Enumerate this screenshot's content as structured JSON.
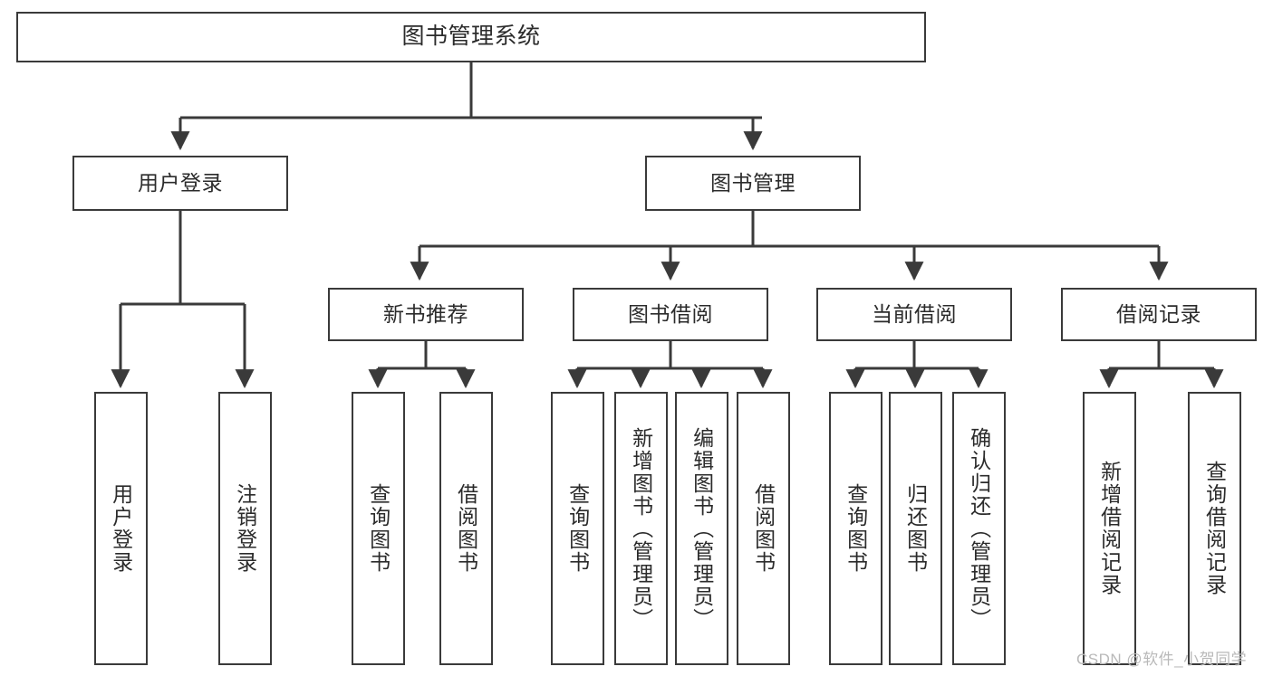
{
  "diagram": {
    "title": "图书管理系统",
    "type": "tree",
    "watermark": "CSDN @软件_小贺同学",
    "colors": {
      "stroke": "#3a3a3a",
      "text": "#2b2b2b",
      "background": "#ffffff",
      "watermark": "#b9b9b9"
    },
    "nodes": {
      "root": {
        "label": "图书管理系统"
      },
      "level1": [
        {
          "id": "user-login",
          "label": "用户登录"
        },
        {
          "id": "book-management",
          "label": "图书管理"
        }
      ],
      "level2": [
        {
          "id": "new-book-recommend",
          "label": "新书推荐",
          "parent": "book-management"
        },
        {
          "id": "book-borrow",
          "label": "图书借阅",
          "parent": "book-management"
        },
        {
          "id": "current-borrow",
          "label": "当前借阅",
          "parent": "book-management"
        },
        {
          "id": "borrow-record",
          "label": "借阅记录",
          "parent": "book-management"
        }
      ],
      "leaves": [
        {
          "id": "leaf-user-login",
          "label": "用户登录",
          "parent": "user-login"
        },
        {
          "id": "leaf-logout",
          "label": "注销登录",
          "parent": "user-login"
        },
        {
          "id": "leaf-query-book-1",
          "label": "查询图书",
          "parent": "new-book-recommend"
        },
        {
          "id": "leaf-borrow-book-1",
          "label": "借阅图书",
          "parent": "new-book-recommend"
        },
        {
          "id": "leaf-query-book-2",
          "label": "查询图书",
          "parent": "book-borrow"
        },
        {
          "id": "leaf-add-book",
          "label": "新增图书（管理员）",
          "parent": "book-borrow"
        },
        {
          "id": "leaf-edit-book",
          "label": "编辑图书（管理员）",
          "parent": "book-borrow"
        },
        {
          "id": "leaf-borrow-book-2",
          "label": "借阅图书",
          "parent": "book-borrow"
        },
        {
          "id": "leaf-query-book-3",
          "label": "查询图书",
          "parent": "current-borrow"
        },
        {
          "id": "leaf-return-book",
          "label": "归还图书",
          "parent": "current-borrow"
        },
        {
          "id": "leaf-confirm-return",
          "label": "确认归还（管理员）",
          "parent": "current-borrow"
        },
        {
          "id": "leaf-add-record",
          "label": "新增借阅记录",
          "parent": "borrow-record"
        },
        {
          "id": "leaf-query-record",
          "label": "查询借阅记录",
          "parent": "borrow-record"
        }
      ]
    }
  }
}
